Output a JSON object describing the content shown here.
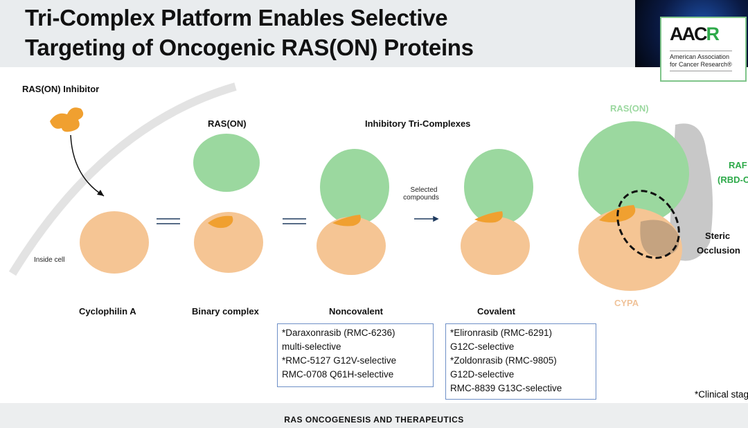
{
  "header": {
    "title_line1": "Tri-Complex Platform Enables Selective",
    "title_line2": "Targeting of Oncogenic RAS(ON) Proteins"
  },
  "logo": {
    "main_a": "AAC",
    "main_b": "R",
    "sub1": "American Association",
    "sub2": "for Cancer Research®"
  },
  "diagram": {
    "inhibitor_label": "RAS(ON) Inhibitor",
    "inside_cell": "Inside cell",
    "ras_on": "RAS(ON)",
    "tri_complexes": "Inhibitory Tri-Complexes",
    "selected_compounds_1": "Selected",
    "selected_compounds_2": "compounds",
    "cyclophilin": "Cyclophilin A",
    "binary": "Binary complex",
    "noncovalent": "Noncovalent",
    "covalent": "Covalent",
    "right_ras": "RAS(ON)",
    "raf_1": "RAF",
    "raf_2": "(RBD-CRD)",
    "steric_1": "Steric",
    "steric_2": "Occlusion",
    "cypa": "CYPA"
  },
  "noncovalent_box": [
    "*Daraxonrasib (RMC-6236)",
    "multi-selective",
    "*RMC-5127 G12V-selective",
    "RMC-0708 Q61H-selective"
  ],
  "covalent_box": [
    "*Elironrasib (RMC-6291)",
    "G12C-selective",
    "*Zoldonrasib (RMC-9805)",
    "G12D-selective",
    "RMC-8839 G13C-selective"
  ],
  "footnote": "*Clinical stage",
  "footer": "RAS ONCOGENESIS AND THERAPEUTICS",
  "colors": {
    "ras": "#9bd89f",
    "cypa": "#f5c594",
    "inhibitor": "#f0a030",
    "raf": "#c8c8c8",
    "box_border": "#6d8fc7",
    "raf_label": "#2eaa4a"
  }
}
